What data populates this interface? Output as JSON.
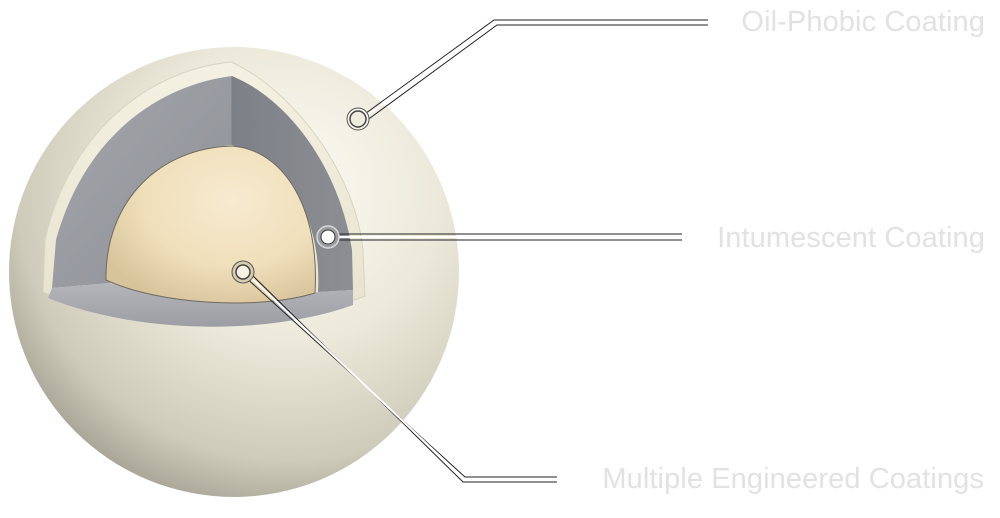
{
  "diagram": {
    "type": "cutaway-sphere",
    "layers": [
      {
        "id": "outer",
        "name": "Oil-Phobic Coating",
        "color": "#e8e5d6"
      },
      {
        "id": "middle",
        "name": "Intumescent Coating",
        "color": "#8d8f96"
      },
      {
        "id": "core",
        "name": "Multiple Engineered Coatings",
        "color": "#efdfba"
      }
    ]
  },
  "labels": {
    "oil_phobic": "Oil-Phobic Coating",
    "intumescent": "Intumescent Coating",
    "multiple": "Multiple Engineered Coatings"
  },
  "colors": {
    "label_text": "#e2e2e2",
    "leader_line": "#222222",
    "background": "#ffffff"
  }
}
